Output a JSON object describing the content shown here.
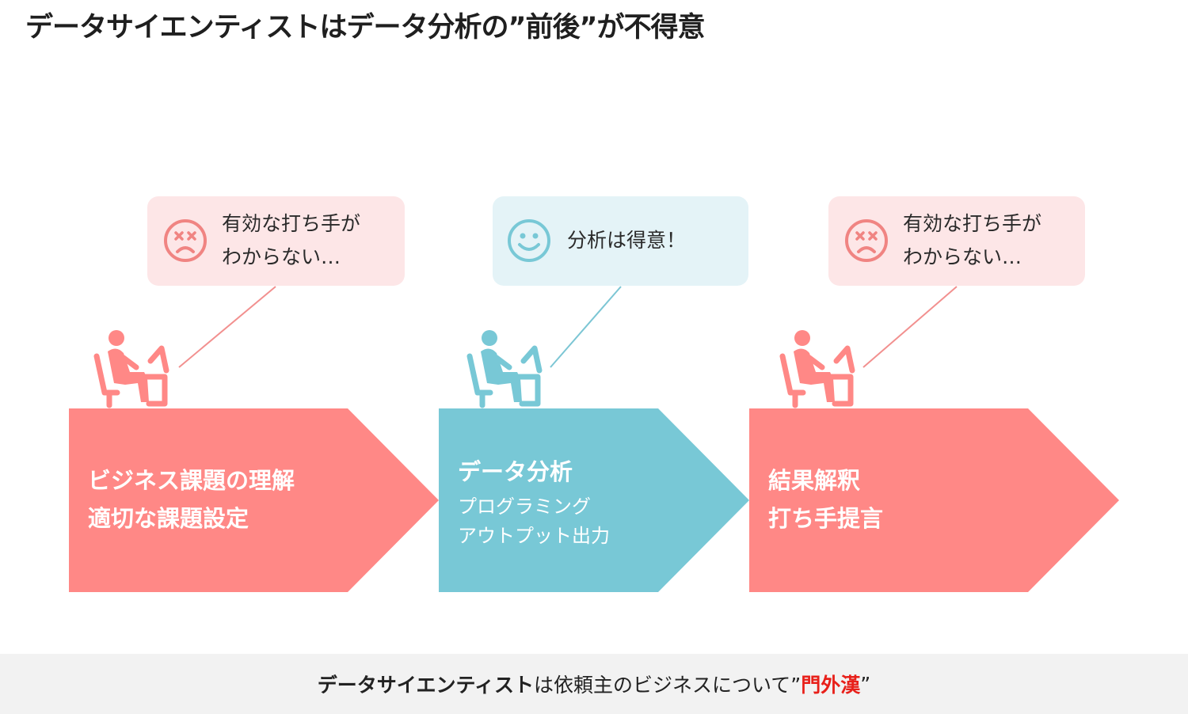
{
  "title": "データサイエンティストはデータ分析の”前後”が不得意",
  "colors": {
    "red_stage": "#ff8886",
    "blue_stage": "#78c8d6",
    "red_bubble": "#fde6e7",
    "blue_bubble": "#e4f3f7",
    "accent": "#e8201a"
  },
  "bubbles": [
    {
      "icon": "dizzy-face-icon",
      "line1": "有効な打ち手が",
      "line2": "わからない…"
    },
    {
      "icon": "smile-face-icon",
      "line1": "分析は得意！"
    },
    {
      "icon": "dizzy-face-icon",
      "line1": "有効な打ち手が",
      "line2": "わからない…"
    }
  ],
  "stages": [
    {
      "line1": "ビジネス課題の理解",
      "line2": "適切な課題設定"
    },
    {
      "heading": "データ分析",
      "sub1": "プログラミング",
      "sub2": "アウトプット出力"
    },
    {
      "line1": "結果解釈",
      "line2": "打ち手提言"
    }
  ],
  "footer": {
    "strong": "データサイエンティスト",
    "middle": "は依頼主のビジネスについて”",
    "accent": "門外漢",
    "end": "”"
  }
}
